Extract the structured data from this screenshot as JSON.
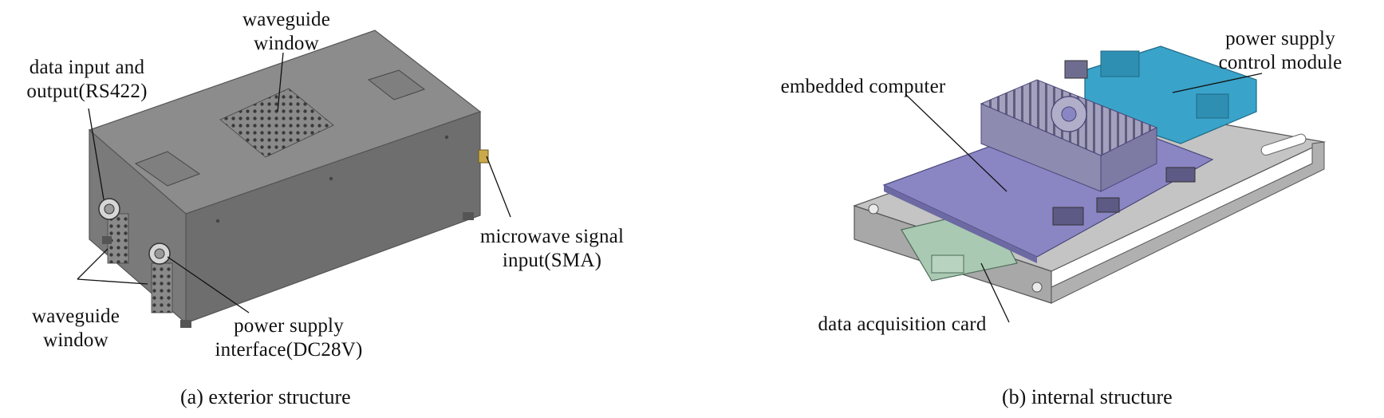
{
  "panel_a": {
    "labels": {
      "waveguide_window_top": [
        "waveguide",
        "window"
      ],
      "data_io": [
        "data input and",
        "output(RS422)"
      ],
      "microwave_input": [
        "microwave signal",
        "input(SMA)"
      ],
      "waveguide_window_bottom": [
        "waveguide",
        "window"
      ],
      "power_interface": [
        "power supply",
        "interface(DC28V)"
      ]
    },
    "caption": "(a) exterior structure"
  },
  "panel_b": {
    "labels": {
      "power_control": [
        "power supply",
        "control module"
      ],
      "embedded_computer": [
        "embedded computer"
      ],
      "daq_card": [
        "data acquisition card"
      ]
    },
    "caption": "(b) internal structure"
  },
  "colors": {
    "housing_top": "#8c8c8c",
    "housing_front": "#6e6e6e",
    "housing_side": "#7a7a7a",
    "computer_board": "#8a86c4",
    "heatsink": "#9a98b8",
    "control_module": "#3aa3c9",
    "tray": "#b8b8b8",
    "daq_card": "#a9c9b3"
  }
}
